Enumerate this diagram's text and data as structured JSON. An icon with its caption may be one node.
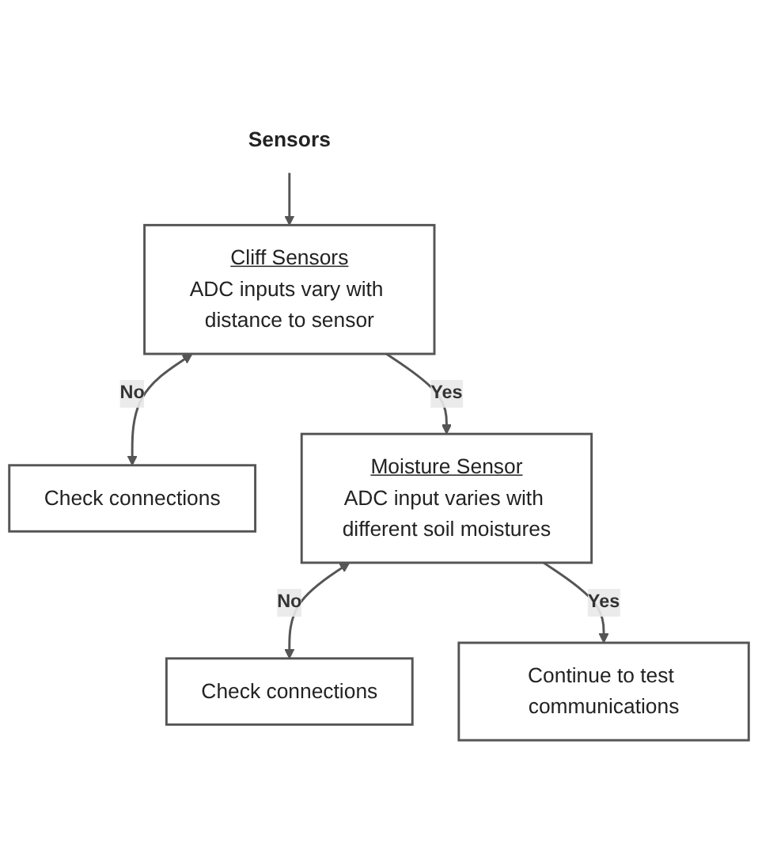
{
  "diagram": {
    "nodes": [
      {
        "text": [
          "Sensors"
        ]
      },
      {
        "text": [
          "Cliff Sensors",
          "ADC inputs vary with distance to sensor"
        ]
      },
      {
        "text": [
          "Check connections"
        ]
      },
      {
        "text": [
          "Moisture Sensor",
          "ADC input varies with different soil moistures"
        ]
      },
      {
        "text": [
          "Check connections"
        ]
      },
      {
        "text": [
          "Continue to test communications"
        ]
      }
    ],
    "edges": [
      {
        "from": 0,
        "to": 1,
        "arrow": "to"
      },
      {
        "from": 1,
        "to": 2,
        "arrow": "both",
        "label": "No"
      },
      {
        "from": 1,
        "to": 3,
        "arrow": "to",
        "label": "Yes"
      },
      {
        "from": 3,
        "to": 4,
        "arrow": "both",
        "label": "No"
      },
      {
        "from": 3,
        "to": 5,
        "arrow": "to",
        "label": "Yes"
      }
    ]
  }
}
